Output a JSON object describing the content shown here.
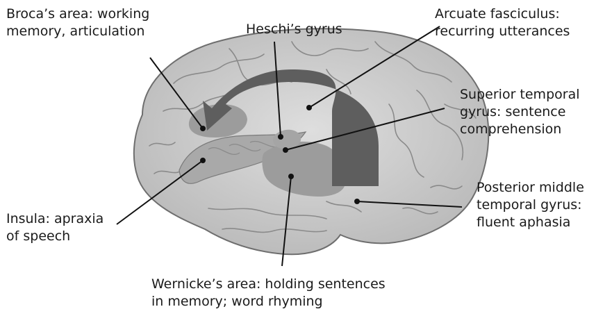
{
  "labels": {
    "broca": [
      "Broca’s area: working",
      "memory, articulation"
    ],
    "heschl": [
      "Heschi’s gyrus"
    ],
    "arcuate": [
      "Arcuate fasciculus:",
      "recurring utterances"
    ],
    "superior_temporal": [
      "Superior temporal",
      "gyrus: sentence",
      "comprehension"
    ],
    "posterior_middle": [
      "Posterior middle",
      "temporal gyrus:",
      "fluent aphasia"
    ],
    "insula": [
      "Insula: apraxia",
      "of speech"
    ],
    "wernicke": [
      "Wernicke’s area: holding sentences",
      "in memory; word rhyming"
    ]
  },
  "colors": {
    "brain_fill": "#c9c9c9",
    "brain_outline": "#6e6e6e",
    "sulci": "#8a8a8a",
    "region_fill": "#9c9c9c",
    "arrow_fill": "#5e5e5e",
    "leader_line": "#111111"
  }
}
